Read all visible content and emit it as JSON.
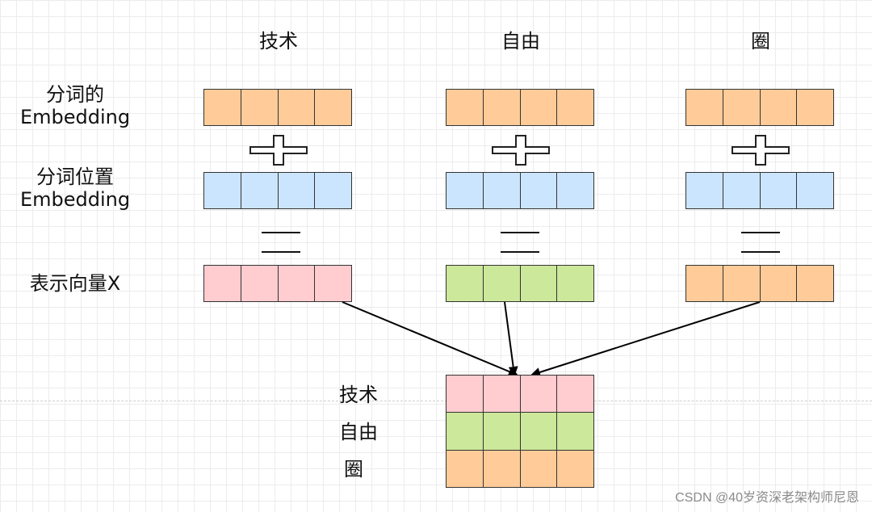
{
  "columns": [
    {
      "title": "技术",
      "result_color": "#ffccd0",
      "embed_color": "#ffcc99",
      "pos_color": "#cce5ff"
    },
    {
      "title": "自由",
      "result_color": "#cce89a",
      "embed_color": "#ffcc99",
      "pos_color": "#cce5ff"
    },
    {
      "title": "圈",
      "result_color": "#ffcc99",
      "embed_color": "#ffcc99",
      "pos_color": "#cce5ff"
    }
  ],
  "row_labels": {
    "embedding_line1": "分词的",
    "embedding_line2": "Embedding",
    "position_line1": "分词位置",
    "position_line2": "Embedding",
    "result": "表示向量X"
  },
  "matrix_labels": [
    "技术",
    "自由",
    "圈"
  ],
  "watermark": "CSDN @40岁资深老架构师尼恩"
}
